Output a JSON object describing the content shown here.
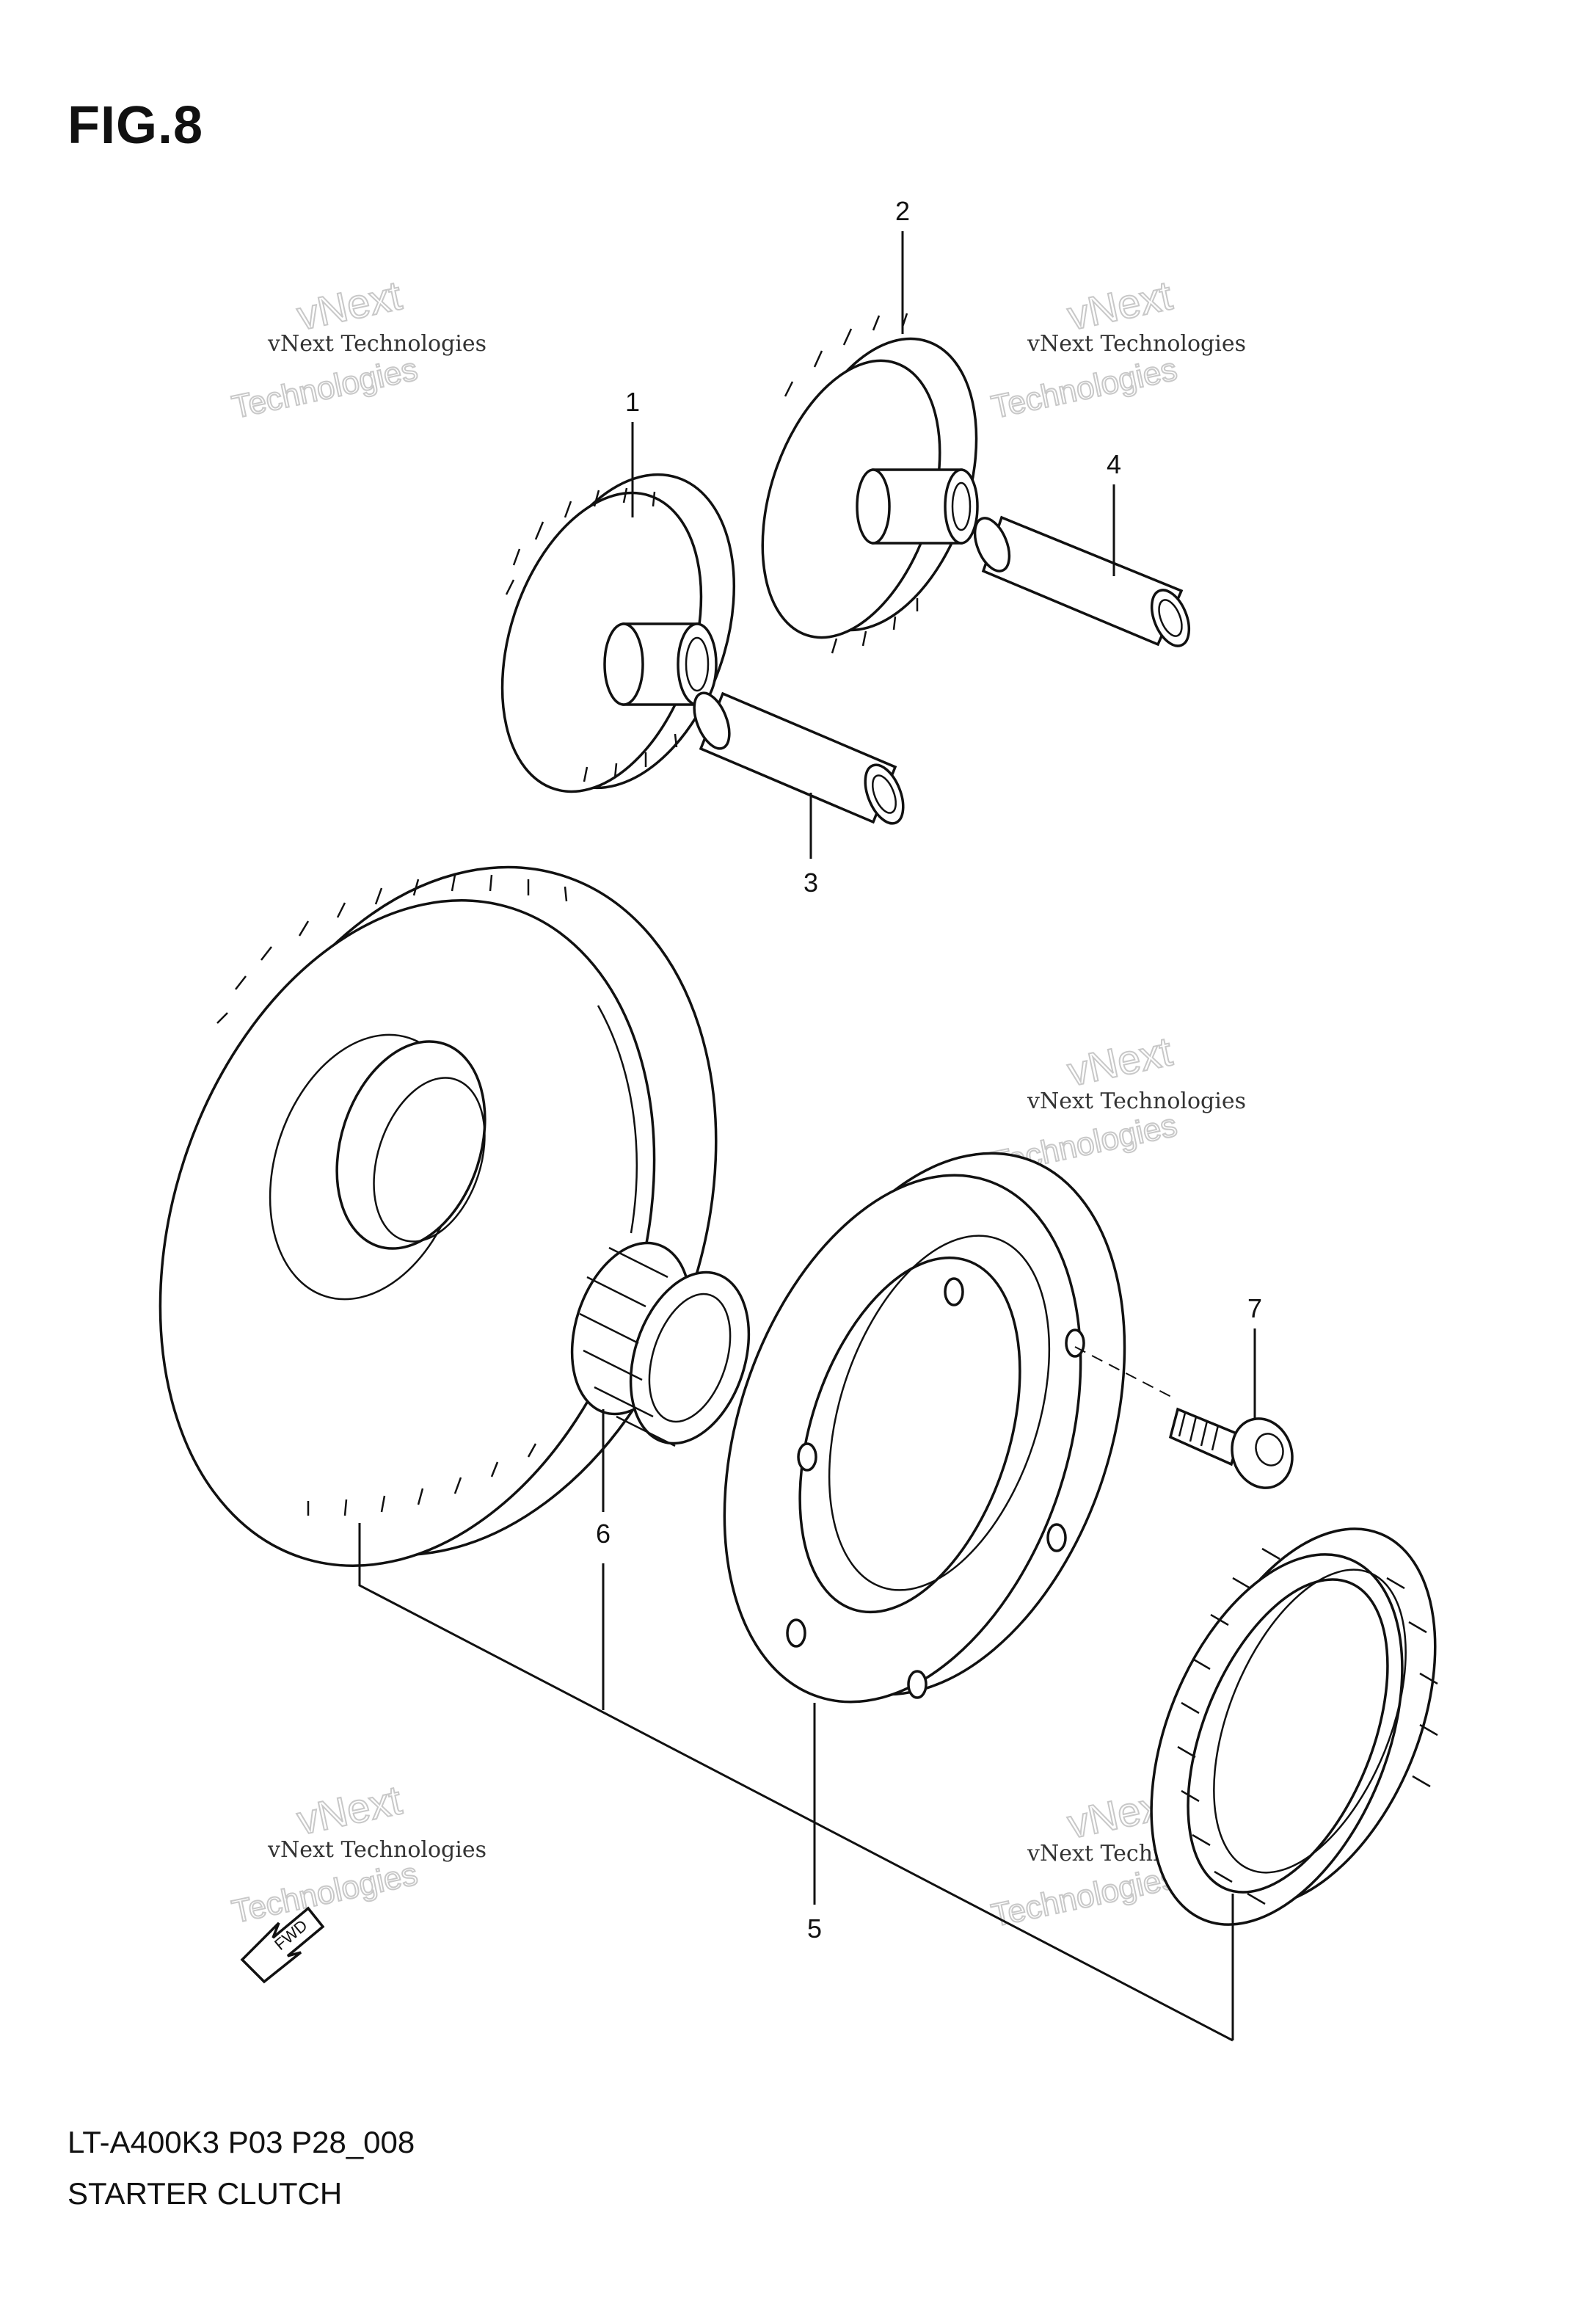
{
  "figure": {
    "title": "FIG.8",
    "model_code": "LT-A400K3 P03 P28_008",
    "assembly_name": "STARTER CLUTCH"
  },
  "callouts": [
    "1",
    "2",
    "3",
    "4",
    "5",
    "6",
    "7"
  ],
  "watermark": {
    "line1": "vNext Technologies",
    "line2": "vNext",
    "line3": "Technologies"
  },
  "direction_marker": {
    "label": "FWD"
  }
}
